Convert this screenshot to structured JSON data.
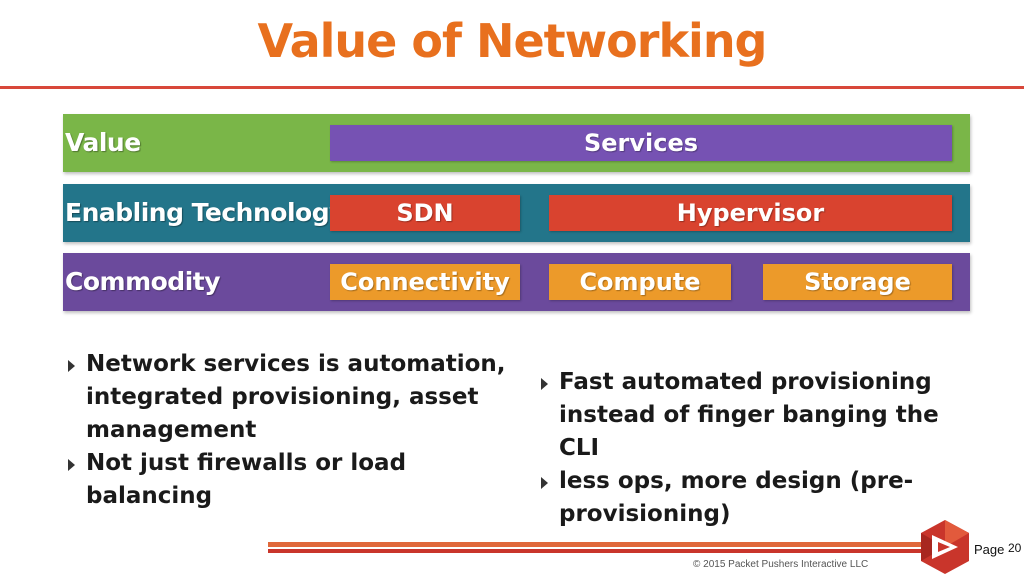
{
  "title": "Value of Networking",
  "layers": [
    {
      "label": "Value",
      "color": "#7ab648",
      "boxes": [
        {
          "label": "Services",
          "color": "#7652b3"
        }
      ]
    },
    {
      "label": "Enabling Technology",
      "color": "#23758a",
      "boxes": [
        {
          "label": "SDN",
          "color": "#d9432f"
        },
        {
          "label": "Hypervisor",
          "color": "#d9432f"
        }
      ]
    },
    {
      "label": "Commodity",
      "color": "#6b4a9c",
      "boxes": [
        {
          "label": "Connectivity",
          "color": "#ec9a2a"
        },
        {
          "label": "Compute",
          "color": "#ec9a2a"
        },
        {
          "label": "Storage",
          "color": "#ec9a2a"
        }
      ]
    }
  ],
  "bullets_left": [
    "Network services is automation, integrated provisioning, asset management",
    "Not just firewalls or load balancing"
  ],
  "bullets_right": [
    "Fast automated provisioning instead of finger banging the CLI",
    "less ops, more design (pre-provisioning)"
  ],
  "footer": {
    "page_label": "Page",
    "page_number": "20",
    "copyright": "© 2015 Packet Pushers Interactive LLC"
  }
}
